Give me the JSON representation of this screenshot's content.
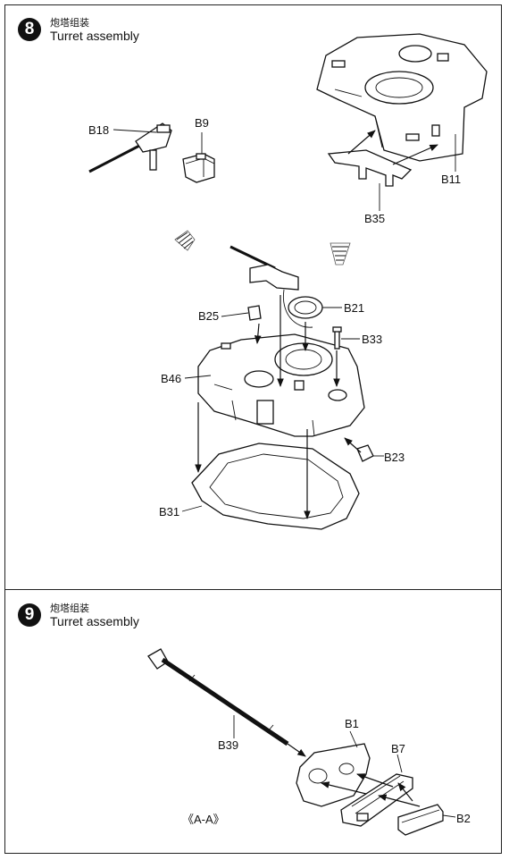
{
  "steps": [
    {
      "number": "8",
      "title_cn": "炮塔组装",
      "title_en": "Turret assembly",
      "labels": {
        "b18": "B18",
        "b9": "B9",
        "b11": "B11",
        "b35": "B35",
        "b25": "B25",
        "b21": "B21",
        "b33": "B33",
        "b46": "B46",
        "b23": "B23",
        "b31": "B31"
      }
    },
    {
      "number": "9",
      "title_cn": "炮塔组装",
      "title_en": "Turret assembly",
      "labels": {
        "b1": "B1",
        "b7": "B7",
        "b39": "B39",
        "b2": "B2",
        "section": "《A-A》"
      }
    }
  ]
}
